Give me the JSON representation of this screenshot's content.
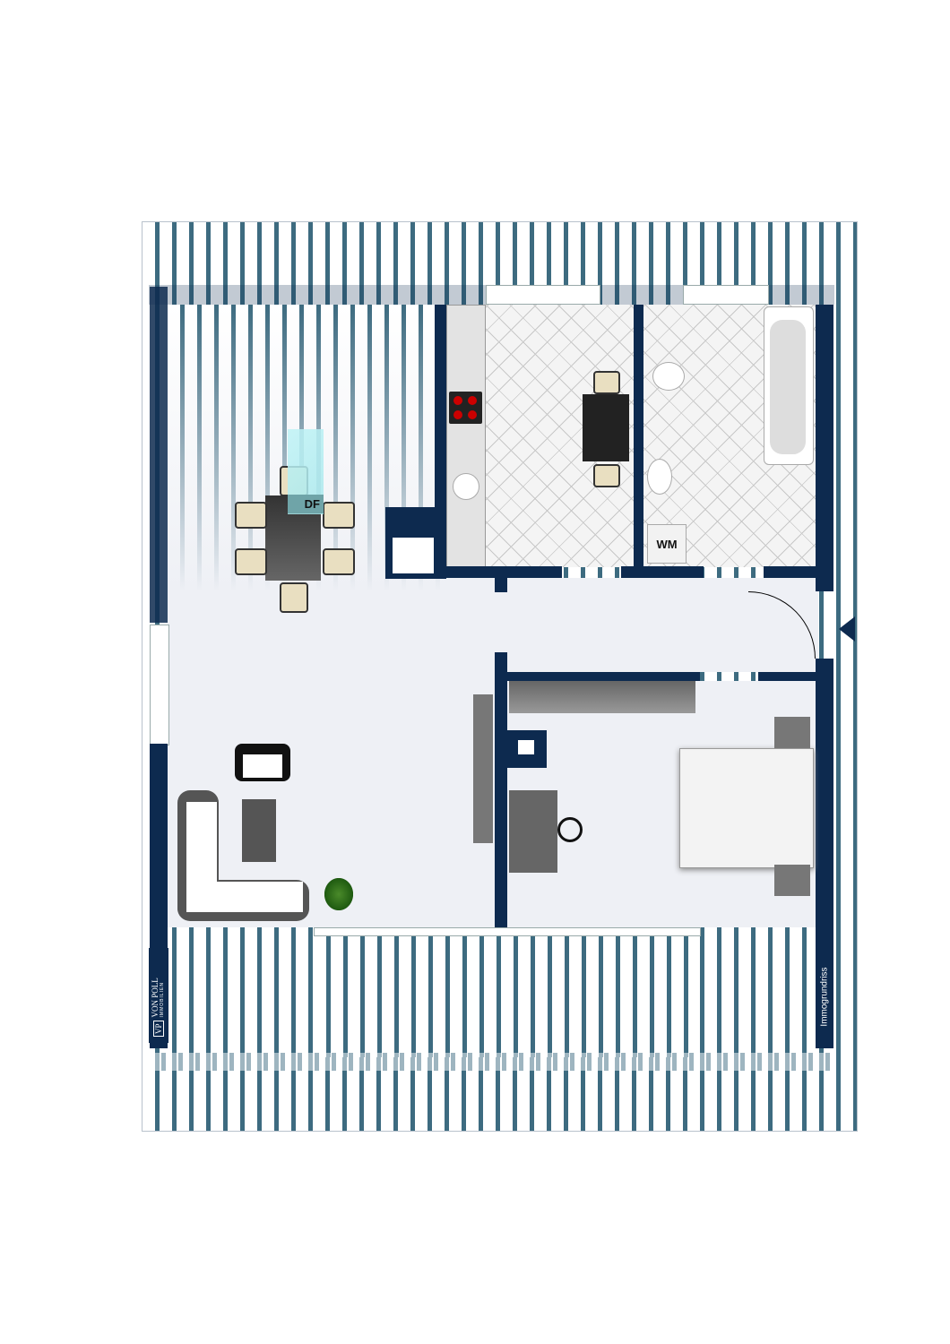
{
  "plan": {
    "labels": {
      "dining_window": "DF",
      "washing_machine": "WM"
    },
    "side_label": "Immogrundriss",
    "logo": {
      "monogram": "VP",
      "brand": "VON POLL",
      "sub": "IMMOBILIEN"
    },
    "colors": {
      "wall": "#0d2a4f",
      "stripe": "#3d6b80",
      "floor": "#eef0f5"
    }
  }
}
